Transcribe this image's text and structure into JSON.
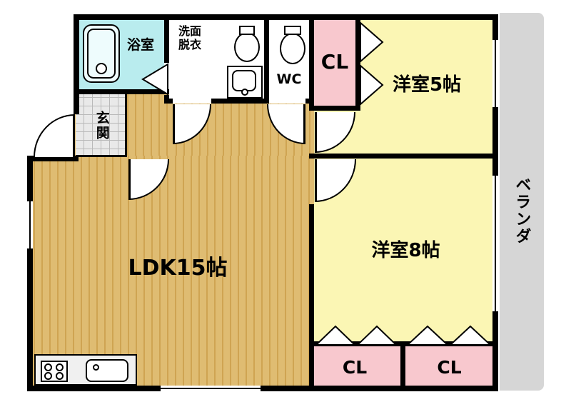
{
  "colors": {
    "wall": "#000000",
    "bathroom_fill": "#b9ecee",
    "closet_fill": "#f8c8ce",
    "western_room_fill": "#fbf6b4",
    "flooring_fill": "#dfbc72",
    "flooring_stripe": "#cfa452",
    "entrance_fill": "#e9e9e9",
    "veranda_fill": "#d6d6d6"
  },
  "rooms": {
    "bath": {
      "label": "浴室"
    },
    "washroom": {
      "line1": "洗面",
      "line2": "脱衣"
    },
    "wc": {
      "label": "WC"
    },
    "closet_top": {
      "label": "CL"
    },
    "western5": {
      "label": "洋室5帖"
    },
    "entrance": {
      "label": "玄関"
    },
    "ldk": {
      "label": "LDK15帖"
    },
    "western8": {
      "label": "洋室8帖"
    },
    "closet_bl": {
      "label": "CL"
    },
    "closet_br": {
      "label": "CL"
    },
    "veranda": {
      "label": "ベランダ"
    }
  }
}
